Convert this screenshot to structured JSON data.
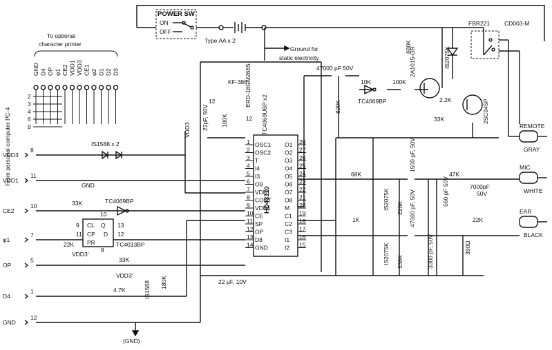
{
  "power_sw": {
    "title": "POWER SW",
    "on": "ON",
    "off": "OFF",
    "battery": "Type AA x 2"
  },
  "relay": {
    "name": "FBR221",
    "diode": "IS2075K",
    "part": "CD003-M"
  },
  "printer": {
    "caption_line1": "To optional",
    "caption_line2": "character printer",
    "pins": [
      "GND",
      "D4",
      "OP",
      "φ1",
      "CE2",
      "VDD1",
      "VDD3",
      "CE1",
      "φ2",
      "D1",
      "D2",
      "D3"
    ]
  },
  "pc4_label": "From personal computer PC-4",
  "ground_static_line1": "Ground for",
  "ground_static_line2": "static electricity",
  "connector_pins": [
    {
      "num": "8",
      "name": "VDD3"
    },
    {
      "num": "11",
      "name": "VDD1"
    },
    {
      "num": "10",
      "name": "CE2"
    },
    {
      "num": "7",
      "name": "φ1"
    },
    {
      "num": "5",
      "name": "OP"
    },
    {
      "num": "1",
      "name": "D4"
    },
    {
      "num": "12",
      "name": "GND"
    }
  ],
  "left_pin_nums": [
    "2",
    "3",
    "4",
    "6",
    "9"
  ],
  "components": {
    "cap_47000": "47000 pF 50V",
    "r_10k": "10K",
    "r_100k": "100K",
    "r_680k": "680K",
    "r_820k": "820K",
    "inv_tc4069bp": "TC4069BP",
    "tr_2a1015": "2A1015-GR",
    "tr_2sc945p": "2SC945P",
    "r_2_2k": "2.2K",
    "r_33k_a": "33K",
    "r_12": "12",
    "c_22pf": "22pF, 50V",
    "xtal": "KF-386",
    "r_100k_v": "100K",
    "ic_erd": "ERD-18GM266S",
    "r_12v": "12",
    "ic_tc4069ubp": "TC4069UBP x2",
    "diode_pair": "IS1588 x 2",
    "vdd3_top": "VDD3",
    "gnd_top": "GND",
    "r_33k_b": "33K",
    "inv_tc4069bp_b": "TC4069BP",
    "r_22k": "22K",
    "ff_name": "TC4013BP",
    "vdd3p_a": "VDD3'",
    "r_33k_c": "33K",
    "vdd3p_b": "VDD3'",
    "r_4_7k": "4.7K",
    "d_is1588": "IS1588",
    "r_180k": "180K",
    "cap_22uf": "22 μF, 10V",
    "gnd_bottom": "(GND)",
    "r_68k": "68K",
    "r_1k": "1K",
    "d_is2075k_a": "IS2075K",
    "d_is2075k_b": "IS2075K",
    "r_220k": "220K",
    "r_330k": "330K",
    "c_1500": "1500 pF, 50V",
    "c_47000b": "47000 pF, 50V",
    "c_3300": "3300 pF, 50V",
    "c_560": "560 pF 50V",
    "r_390": "390Ω",
    "r_47k": "47K",
    "c_7000": "7000pF",
    "c_7000v": "50V",
    "r_22k_b": "22K"
  },
  "chip": {
    "name": "HD43110",
    "left_pins": [
      {
        "n": "1",
        "l": "OSC1"
      },
      {
        "n": "2",
        "l": "OSC2"
      },
      {
        "n": "3",
        "l": "T"
      },
      {
        "n": "4",
        "l": "I4"
      },
      {
        "n": "5",
        "l": "I3"
      },
      {
        "n": "6",
        "l": "O9"
      },
      {
        "n": "7",
        "l": "VDD'"
      },
      {
        "n": "8",
        "l": "CONT"
      },
      {
        "n": "9",
        "l": "VDD1"
      },
      {
        "n": "10",
        "l": "CE"
      },
      {
        "n": "11",
        "l": "SP"
      },
      {
        "n": "12",
        "l": "OP"
      },
      {
        "n": "13",
        "l": "D8"
      },
      {
        "n": "14",
        "l": "GND"
      }
    ],
    "right_pins": [
      {
        "n": "28",
        "l": "O1"
      },
      {
        "n": "27",
        "l": "O2"
      },
      {
        "n": "26",
        "l": "O3"
      },
      {
        "n": "25",
        "l": "O4"
      },
      {
        "n": "24",
        "l": "O5"
      },
      {
        "n": "23",
        "l": "O6"
      },
      {
        "n": "22",
        "l": "O7"
      },
      {
        "n": "21",
        "l": "O8"
      },
      {
        "n": "20",
        "l": "M"
      },
      {
        "n": "19",
        "l": "C1"
      },
      {
        "n": "18",
        "l": "C2"
      },
      {
        "n": "17",
        "l": "C3"
      },
      {
        "n": "16",
        "l": "I1"
      },
      {
        "n": "15",
        "l": "I2"
      }
    ]
  },
  "ff": {
    "cl": "CL",
    "cp": "CP",
    "d": "D",
    "pr": "PR",
    "q": "Q",
    "pin9": "9",
    "pin10": "10",
    "pin11": "11",
    "pin12": "12",
    "pin8": "8",
    "pin13": "13"
  },
  "jacks": [
    {
      "name": "REMOTE",
      "color": "GRAY"
    },
    {
      "name": "MIC",
      "color": "WHITE"
    },
    {
      "name": "EAR",
      "color": "BLACK"
    }
  ]
}
